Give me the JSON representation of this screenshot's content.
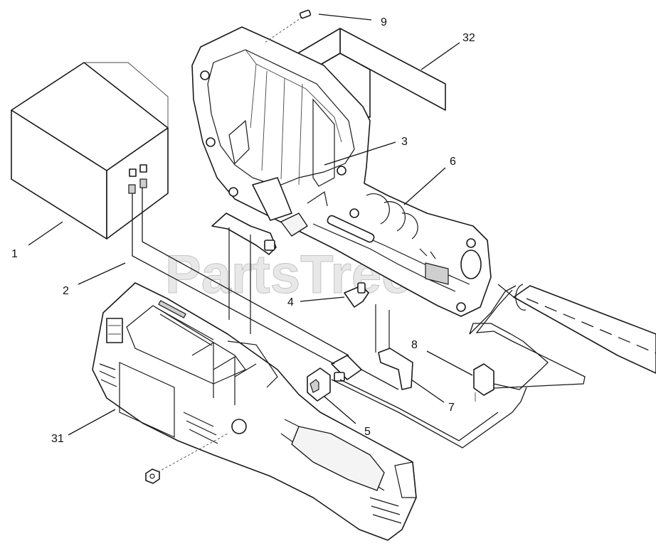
{
  "watermark": {
    "text": "PartsTree",
    "mark": "™"
  },
  "callouts": [
    {
      "id": "callout-9",
      "label": "9"
    },
    {
      "id": "callout-32",
      "label": "32"
    },
    {
      "id": "callout-3",
      "label": "3"
    },
    {
      "id": "callout-6",
      "label": "6"
    },
    {
      "id": "callout-1",
      "label": "1"
    },
    {
      "id": "callout-2",
      "label": "2"
    },
    {
      "id": "callout-4",
      "label": "4"
    },
    {
      "id": "callout-8",
      "label": "8"
    },
    {
      "id": "callout-7",
      "label": "7"
    },
    {
      "id": "callout-5",
      "label": "5"
    },
    {
      "id": "callout-31",
      "label": "31"
    }
  ]
}
